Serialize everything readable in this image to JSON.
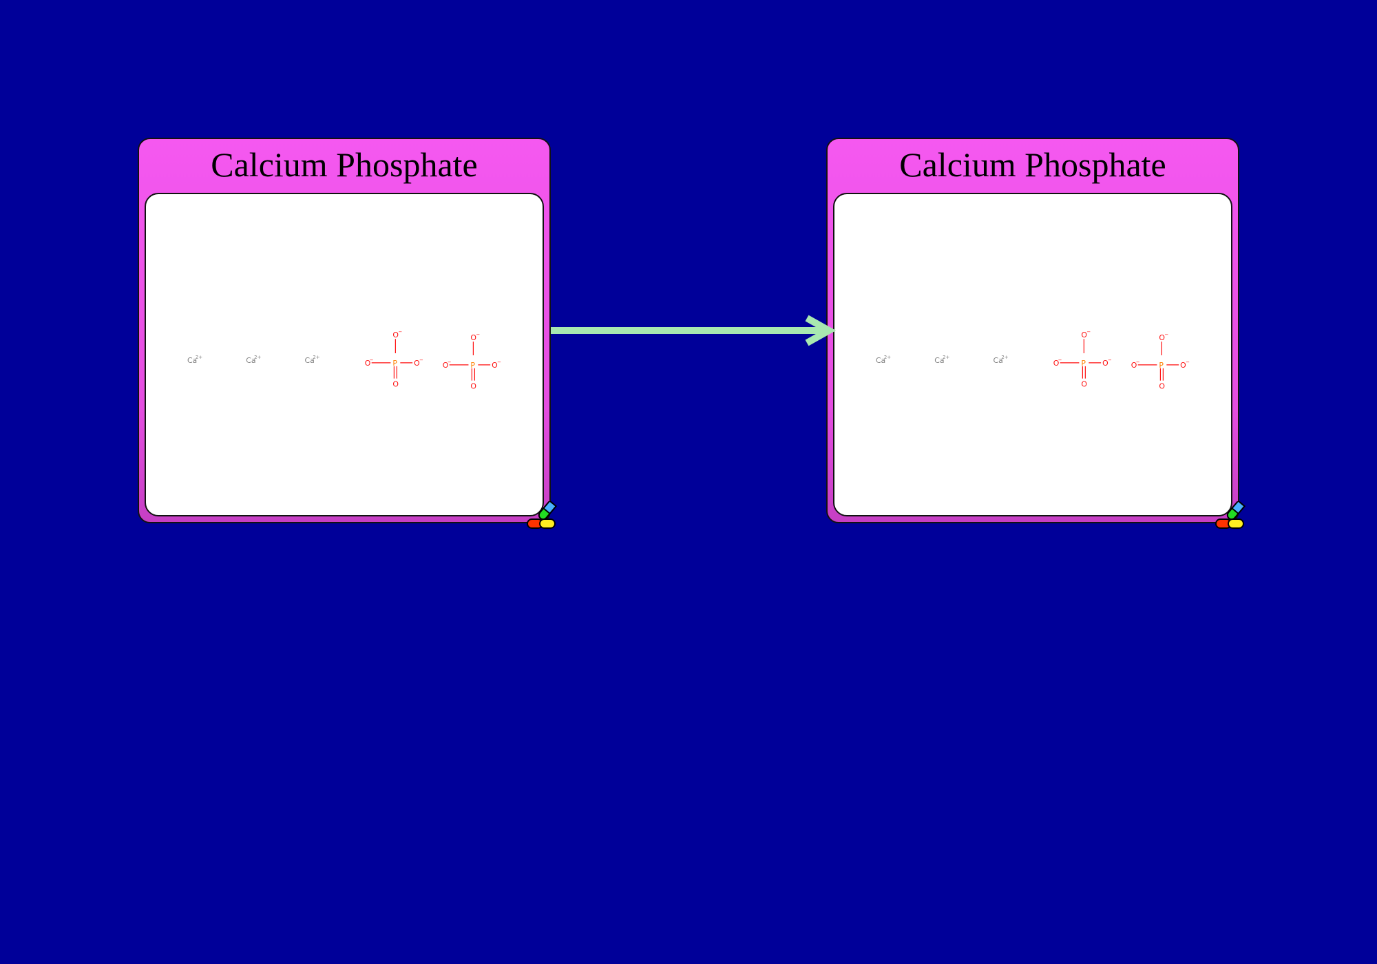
{
  "reactant": {
    "title": "Calcium Phosphate",
    "ions": {
      "calcium": [
        "Ca",
        "Ca",
        "Ca"
      ],
      "calcium_charge": "2+",
      "phosphate_center": "P",
      "phosphate_oxygen": "O",
      "oxygen_charge": "−"
    }
  },
  "product": {
    "title": "Calcium Phosphate",
    "ions": {
      "calcium": [
        "Ca",
        "Ca",
        "Ca"
      ],
      "calcium_charge": "2+",
      "phosphate_center": "P",
      "phosphate_oxygen": "O",
      "oxygen_charge": "−"
    }
  },
  "colors": {
    "background": "#000099",
    "card_fill": "#f558f0",
    "arrow": "#a8e8b0",
    "calcium": "#808080",
    "oxygen": "#ff0d0d",
    "phosphorus": "#ff8000"
  },
  "icons": {
    "card_corner": "pill-capsules-icon"
  }
}
